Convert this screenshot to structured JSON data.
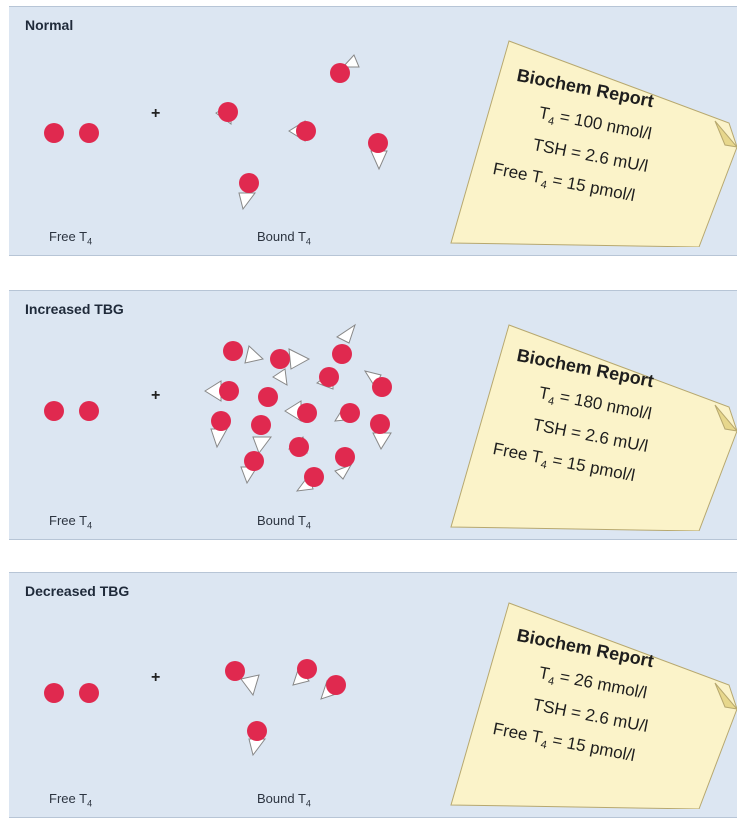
{
  "panels": [
    {
      "title": "Normal",
      "free_label": "Free T",
      "free_sub": "4",
      "bound_label": "Bound T",
      "bound_sub": "4",
      "plus": "+",
      "report": {
        "heading": "Biochem Report",
        "t4_prefix": "T",
        "t4_sub": "4",
        "t4_value": " = 100 nmol/l",
        "tsh": "TSH = 2.6 mU/l",
        "free_prefix": "Free T",
        "free_sub": "4",
        "free_value": " = 15 pmol/l"
      }
    },
    {
      "title": "Increased TBG",
      "free_label": "Free T",
      "free_sub": "4",
      "bound_label": "Bound T",
      "bound_sub": "4",
      "plus": "+",
      "report": {
        "heading": "Biochem Report",
        "t4_prefix": "T",
        "t4_sub": "4",
        "t4_value": " = 180 nmol/l",
        "tsh": "TSH = 2.6 mU/l",
        "free_prefix": "Free T",
        "free_sub": "4",
        "free_value": " = 15 pmol/l"
      }
    },
    {
      "title": "Decreased TBG",
      "free_label": "Free T",
      "free_sub": "4",
      "bound_label": "Bound T",
      "bound_sub": "4",
      "plus": "+",
      "report": {
        "heading": "Biochem Report",
        "t4_prefix": "T",
        "t4_sub": "4",
        "t4_value": " = 26 mmol/l",
        "tsh": "TSH = 2.6 mU/l",
        "free_prefix": "Free T",
        "free_sub": "4",
        "free_value": " = 15 pmol/l"
      }
    }
  ],
  "colors": {
    "panel_bg": "#dce6f2",
    "molecule": "#e0294f",
    "binder": "#ffffff",
    "note_bg": "#fbf3c9"
  }
}
